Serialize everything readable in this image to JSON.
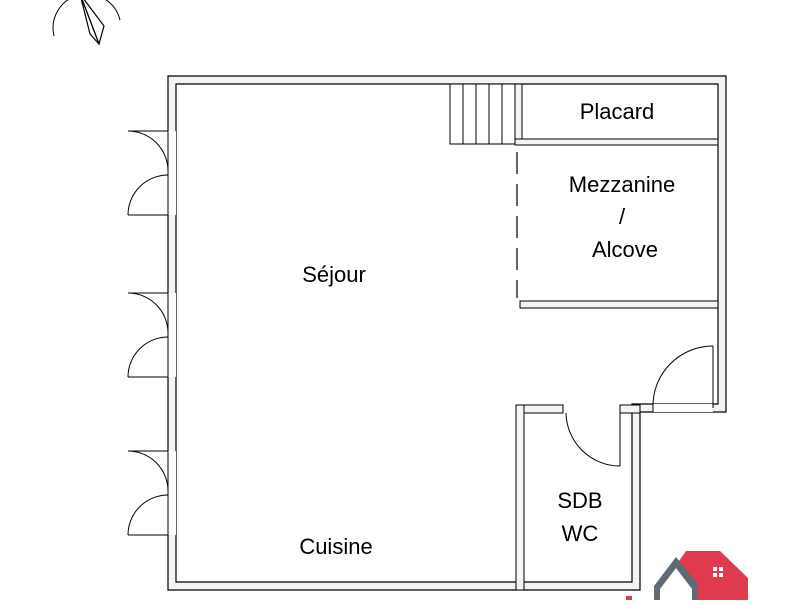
{
  "plan": {
    "rooms": {
      "placard": "Placard",
      "mezzanine_line1": "Mezzanine",
      "mezzanine_line2": "/",
      "mezzanine_line3": "Alcove",
      "sejour": "Séjour",
      "cuisine": "Cuisine",
      "sdb": "SDB",
      "wc": "WC"
    },
    "colors": {
      "wall": "#000000",
      "wall_fill": "#f4f4f4",
      "logo_red": "#e03a4e",
      "logo_grey": "#606a75"
    },
    "icons": {
      "north_arrow": "compass-north-arrow-icon",
      "brand_logo": "house-roof-logo-icon"
    }
  }
}
